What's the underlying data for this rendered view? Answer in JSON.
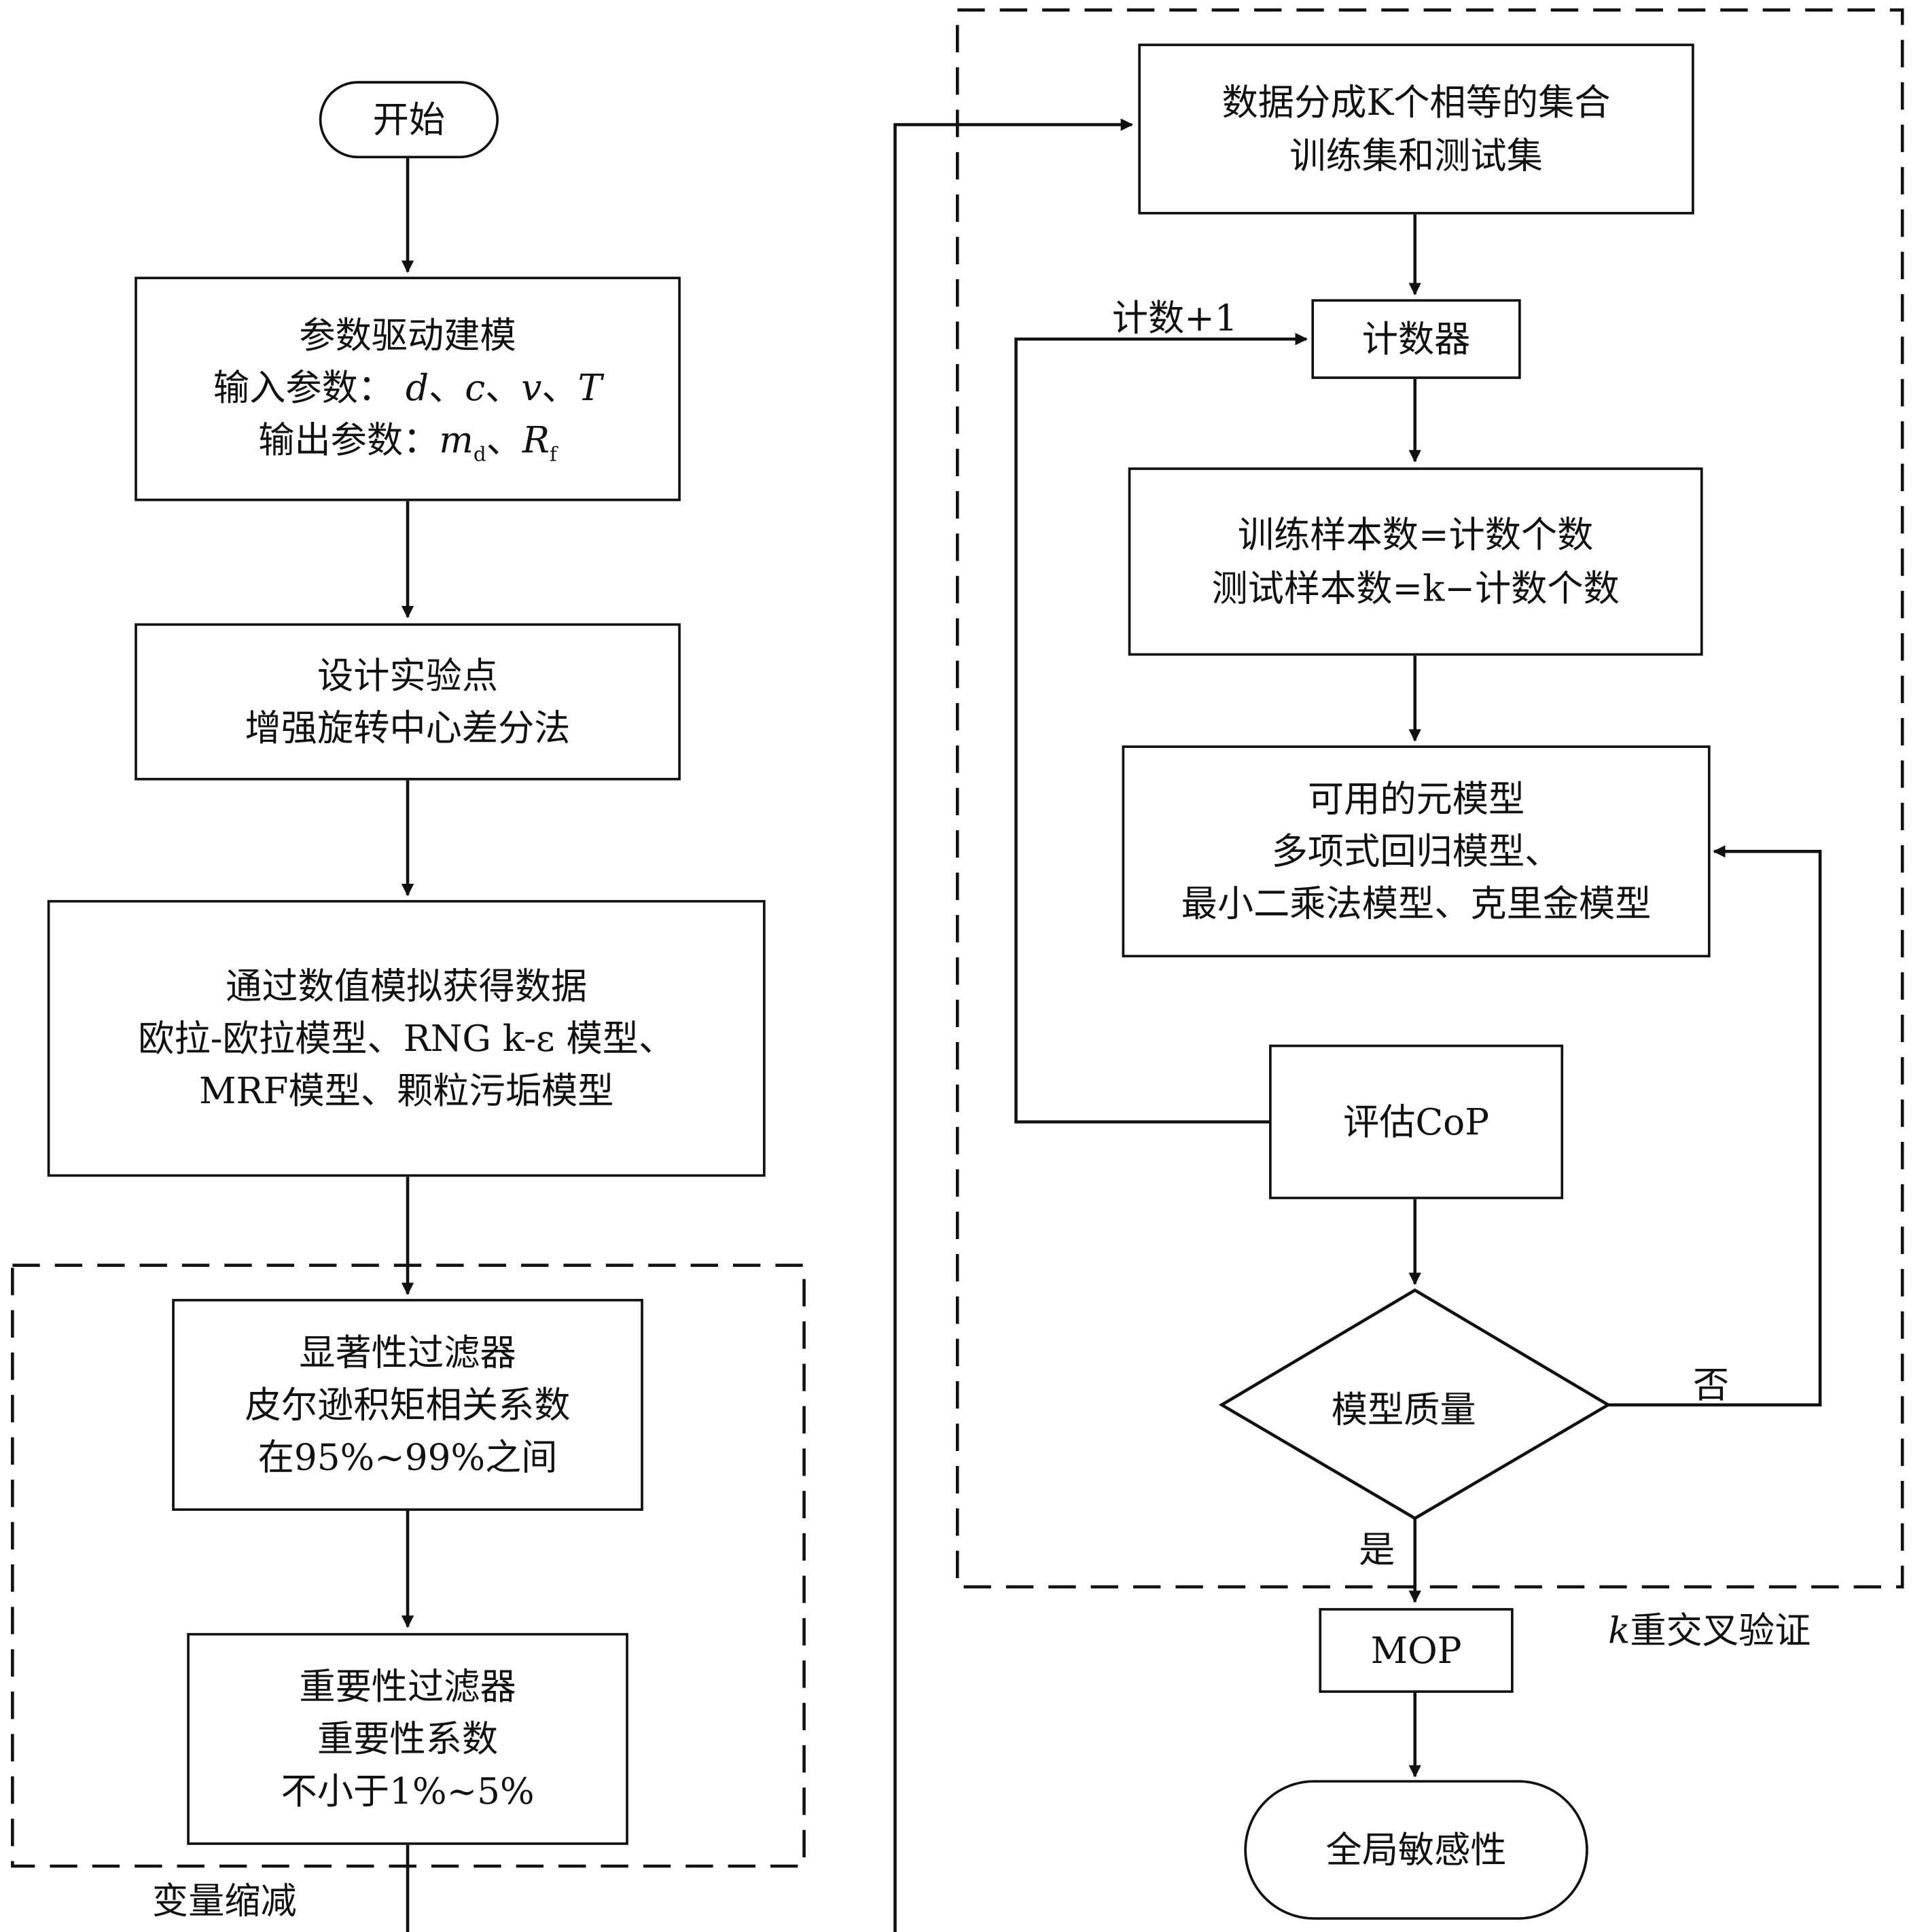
{
  "nodes": {
    "start": "开始",
    "param_title": "参数驱动建模",
    "param_in": "输入参数：",
    "param_in_vars": "d、c、v、T",
    "param_out": "输出参数：",
    "param_out_vars": "m_d、R_f",
    "doe_1": "设计实验点",
    "doe_2": "增强旋转中心差分法",
    "sim_1": "通过数值模拟获得数据",
    "sim_2": "欧拉-欧拉模型、RNG k-ε 模型、",
    "sim_3": "MRF模型、颗粒污垢模型",
    "sig_1": "显著性过滤器",
    "sig_2": "皮尔逊积矩相关系数",
    "sig_3": "在95%~99%之间",
    "imp_1": "重要性过滤器",
    "imp_2": "重要性系数",
    "imp_3": "不小于1%~5%",
    "split_1": "数据分成K个相等的集合",
    "split_2": "训练集和测试集",
    "counter": "计数器",
    "samples_1": "训练样本数=计数个数",
    "samples_2": "测试样本数=k−计数个数",
    "meta_1": "可用的元模型",
    "meta_2": "多项式回归模型、",
    "meta_3": "最小二乘法模型、克里金模型",
    "cop": "评估CoP",
    "quality": "模型质量",
    "mop": "MOP",
    "end": "全局敏感性"
  },
  "labels": {
    "count_plus": "计数+1",
    "no": "否",
    "yes": "是",
    "reduction_group": "变量缩减",
    "kfold_group": "k重交叉验证"
  }
}
